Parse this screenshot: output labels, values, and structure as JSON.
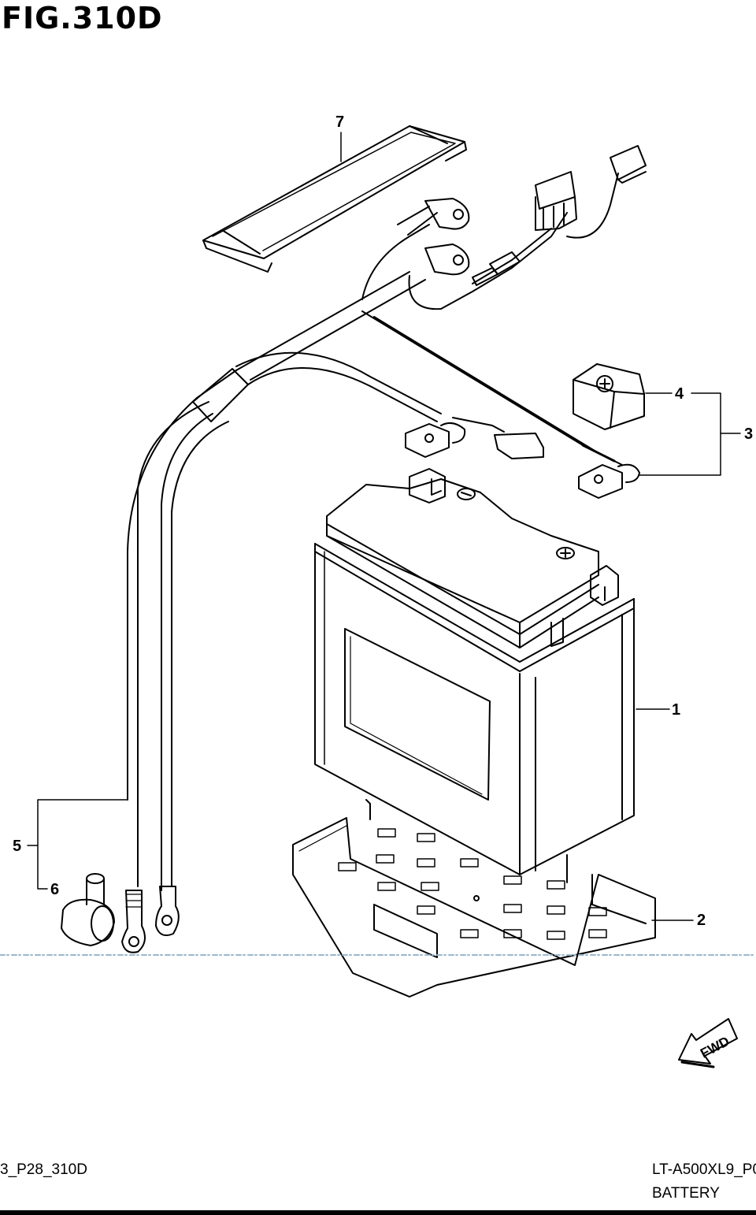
{
  "figure": {
    "title": "FIG.310D"
  },
  "callouts": [
    {
      "id": "1",
      "label": "1"
    },
    {
      "id": "2",
      "label": "2"
    },
    {
      "id": "3",
      "label": "3"
    },
    {
      "id": "4",
      "label": "4"
    },
    {
      "id": "5",
      "label": "5"
    },
    {
      "id": "6",
      "label": "6"
    },
    {
      "id": "7",
      "label": "7"
    }
  ],
  "fwd_marker": {
    "label": "FWD"
  },
  "footer": {
    "left_code": "3_P28_310D",
    "model_code": "LT-A500XL9_P0",
    "section_name": "BATTERY"
  }
}
